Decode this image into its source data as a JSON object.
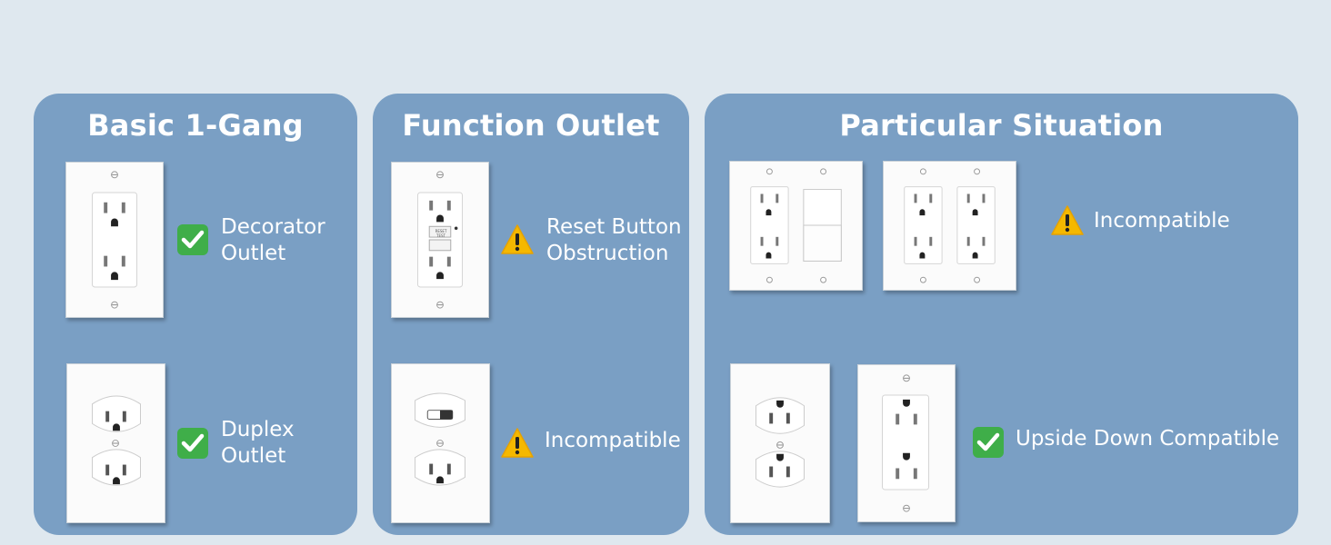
{
  "panels": [
    {
      "title": "Basic 1-Gang",
      "items": [
        {
          "icon": "check-mark-icon",
          "line1": "Decorator",
          "line2": "Outlet"
        },
        {
          "icon": "check-mark-icon",
          "line1": "Duplex",
          "line2": "Outlet"
        }
      ]
    },
    {
      "title": "Function Outlet",
      "items": [
        {
          "icon": "warning-icon",
          "line1": "Reset Button",
          "line2": "Obstruction",
          "gfci_text": "RESET TEST"
        },
        {
          "icon": "warning-icon",
          "line1": "Incompatible"
        }
      ]
    },
    {
      "title": "Particular Situation",
      "items": [
        {
          "icon": "warning-icon",
          "line1": "Incompatible"
        },
        {
          "icon": "check-mark-icon",
          "line1": "Upside Down Compatible"
        }
      ]
    }
  ],
  "colors": {
    "background": "#dfe8ef",
    "panel": "#7a9fc4",
    "check": "#3fae49",
    "warning": "#f5b800"
  }
}
